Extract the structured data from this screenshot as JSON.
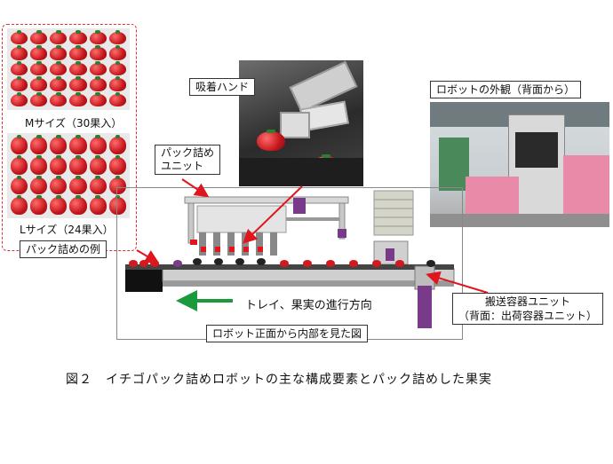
{
  "labels": {
    "m_size": "Mサイズ（30果入）",
    "l_size": "Lサイズ（24果入）",
    "pack_example": "パック詰めの例",
    "suction_hand": "吸着ハンド",
    "pack_unit": "パック詰め\nユニット",
    "robot_exterior": "ロボットの外観（背面から）",
    "tray_direction": "トレイ、果実の進行方向",
    "transport_unit": "搬送容器ユニット\n（背面：出荷容器ユニット）",
    "front_view": "ロボット正面から内部を見た図"
  },
  "caption": "図２　イチゴパック詰めロボットの主な構成要素とパック詰めした果実",
  "colors": {
    "arrow_red": "#e0161e",
    "arrow_green": "#1a9a3a",
    "strawberry": "#c4161c",
    "robot_pink": "#e88aa8",
    "unit_purple": "#7a3a8a",
    "frame_gray": "#888888"
  },
  "icons": [
    "strawberry-icon",
    "robot-photo",
    "suction-hand-photo"
  ]
}
